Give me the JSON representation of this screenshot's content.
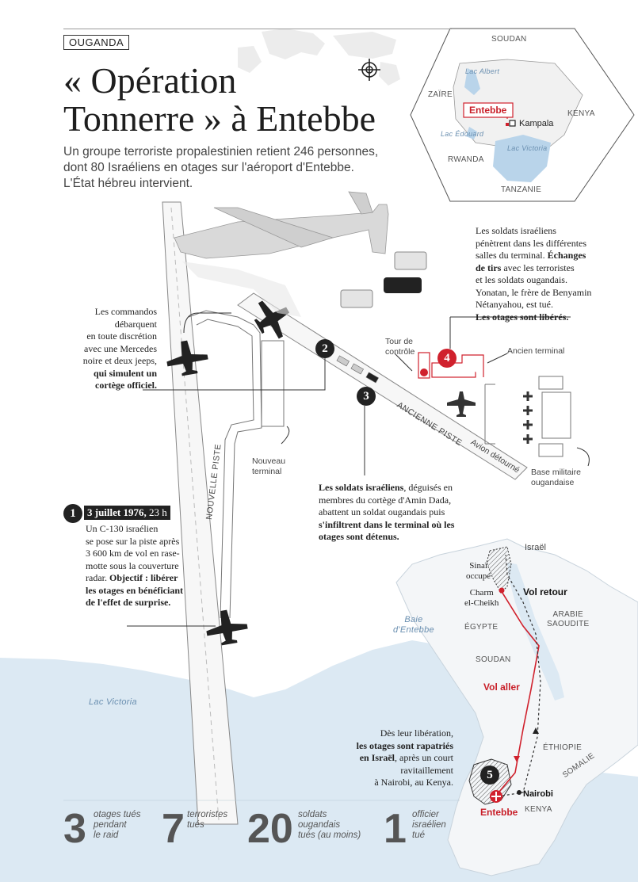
{
  "header": {
    "tag": "OUGANDA",
    "title_line1": "« Opération",
    "title_line2": "Tonnerre » à Entebbe",
    "subtitle_line1": "Un groupe terroriste propalestinien retient 246 personnes,",
    "subtitle_line2": "dont 80 Israéliens en otages sur l'aéroport d'Entebbe.",
    "subtitle_line3": "L'État hébreu intervient."
  },
  "locator_map": {
    "soudan": "SOUDAN",
    "zaire": "ZAÏRE",
    "kenya": "KENYA",
    "rwanda": "RWANDA",
    "tanzanie": "TANZANIE",
    "lac_albert": "Lac Albert",
    "lac_edouard": "Lac Édouard",
    "lac_victoria": "Lac Victoria",
    "entebbe": "Entebbe",
    "kampala": "Kampala"
  },
  "steps": {
    "step1": {
      "number": "1",
      "date_bold": "3 juillet 1976,",
      "date_rest": " 23 h",
      "l1": "Un C-130 israélien",
      "l2": "se pose sur la piste après",
      "l3": "3 600 km de vol en rase-",
      "l4": "motte sous la couverture",
      "l5": "radar.",
      "l5_bold": " Objectif : libérer",
      "l6_bold": "les otages en bénéficiant",
      "l7_bold": "de l'effet de surprise."
    },
    "step2": {
      "number": "2",
      "l1": "Les commandos",
      "l2": "débarquent",
      "l3": "en toute discrétion",
      "l4": "avec une Mercedes",
      "l5": "noire et deux jeeps,",
      "l6_bold": "qui simulent un",
      "l7_bold": "cortège officiel."
    },
    "step3": {
      "number": "3",
      "l1_bold": "Les soldats israéliens",
      "l1_rest": ", déguisés en",
      "l2": "membres du cortège d'Amin Dada,",
      "l3": "abattent un soldat ougandais puis",
      "l4_bold": "s'infiltrent dans le terminal où les",
      "l5_bold": "otages sont détenus."
    },
    "step4": {
      "number": "4",
      "l1": "Les soldats israéliens",
      "l2": "pénètrent dans les différentes",
      "l3": "salles du terminal.",
      "l3_bold": " Échanges",
      "l4_bold": "de tirs",
      "l4_rest": " avec les terroristes",
      "l5": "et les soldats ougandais.",
      "l6": "Yonatan, le frère de Benyamin",
      "l7": "Nétanyahou, est tué.",
      "l8_bold": "Les otages sont libérés."
    },
    "step5": {
      "number": "5",
      "l1": "Dès leur libération,",
      "l2_bold": "les otages sont rapatriés",
      "l3_bold": "en Israël",
      "l3_rest": ", après un court",
      "l4": "ravitaillement",
      "l5": "à Nairobi, au Kenya."
    }
  },
  "airport_labels": {
    "tour_line1": "Tour de",
    "tour_line2": "contrôle",
    "ancien_terminal": "Ancien terminal",
    "ancienne_piste": "ANCIENNE PISTE",
    "avion_detourne": "Avion détourné",
    "nouvelle_piste": "NOUVELLE PISTE",
    "nouveau_line1": "Nouveau",
    "nouveau_line2": "terminal",
    "base_line1": "Base militaire",
    "base_line2": "ougandaise",
    "lac_victoria": "Lac Victoria",
    "baie_line1": "Baie",
    "baie_line2": "d'Entebbe"
  },
  "route_map": {
    "israel": "Israël",
    "sinai_line1": "Sinaï",
    "sinai_line2": "occupé",
    "charm_line1": "Charm",
    "charm_line2": "el-Cheikh",
    "vol_retour": "Vol retour",
    "arabie_line1": "ARABIE",
    "arabie_line2": "SAOUDITE",
    "egypte": "ÉGYPTE",
    "soudan": "SOUDAN",
    "vol_aller": "Vol aller",
    "ethiopie": "ÉTHIOPIE",
    "somalie": "SOMALIE",
    "nairobi": "Nairobi",
    "entebbe": "Entebbe",
    "kenya": "KENYA"
  },
  "stats": [
    {
      "value": "3",
      "l1": "otages tués",
      "l2": "pendant",
      "l3": "le raid"
    },
    {
      "value": "7",
      "l1": "terroristes",
      "l2": "tués",
      "l3": ""
    },
    {
      "value": "20",
      "l1": "soldats",
      "l2": "ougandais",
      "l3": "tués (au moins)"
    },
    {
      "value": "1",
      "l1": "officier",
      "l2": "israélien",
      "l3": "tué"
    }
  ],
  "colors": {
    "accent": "#d0212d",
    "water": "#dce9f3",
    "lake": "#b9d4ea",
    "text": "#222222"
  }
}
